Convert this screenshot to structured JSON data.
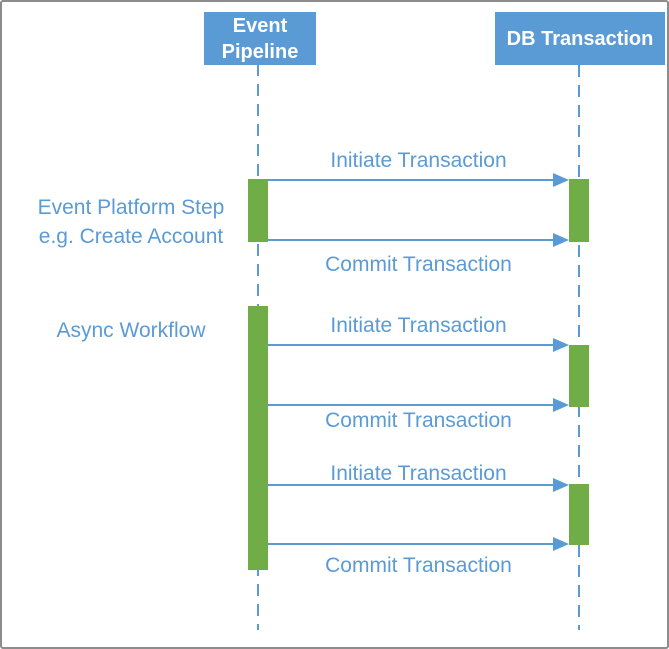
{
  "lifelines": [
    {
      "label": "Event Pipeline"
    },
    {
      "label": "DB Transaction"
    }
  ],
  "annotations": {
    "step": {
      "line1": "Event Platform Step",
      "line2": "e.g. Create Account"
    },
    "workflow": "Async Workflow"
  },
  "messages": [
    {
      "label": "Initiate Transaction"
    },
    {
      "label": "Commit Transaction"
    },
    {
      "label": "Initiate Transaction"
    },
    {
      "label": "Commit Transaction"
    },
    {
      "label": "Initiate Transaction"
    },
    {
      "label": "Commit Transaction"
    }
  ],
  "colors": {
    "accent_blue": "#5B9BD5",
    "activation_green": "#70AD47",
    "border_gray": "#8C8C8C",
    "header_text": "#FFFFFF"
  }
}
